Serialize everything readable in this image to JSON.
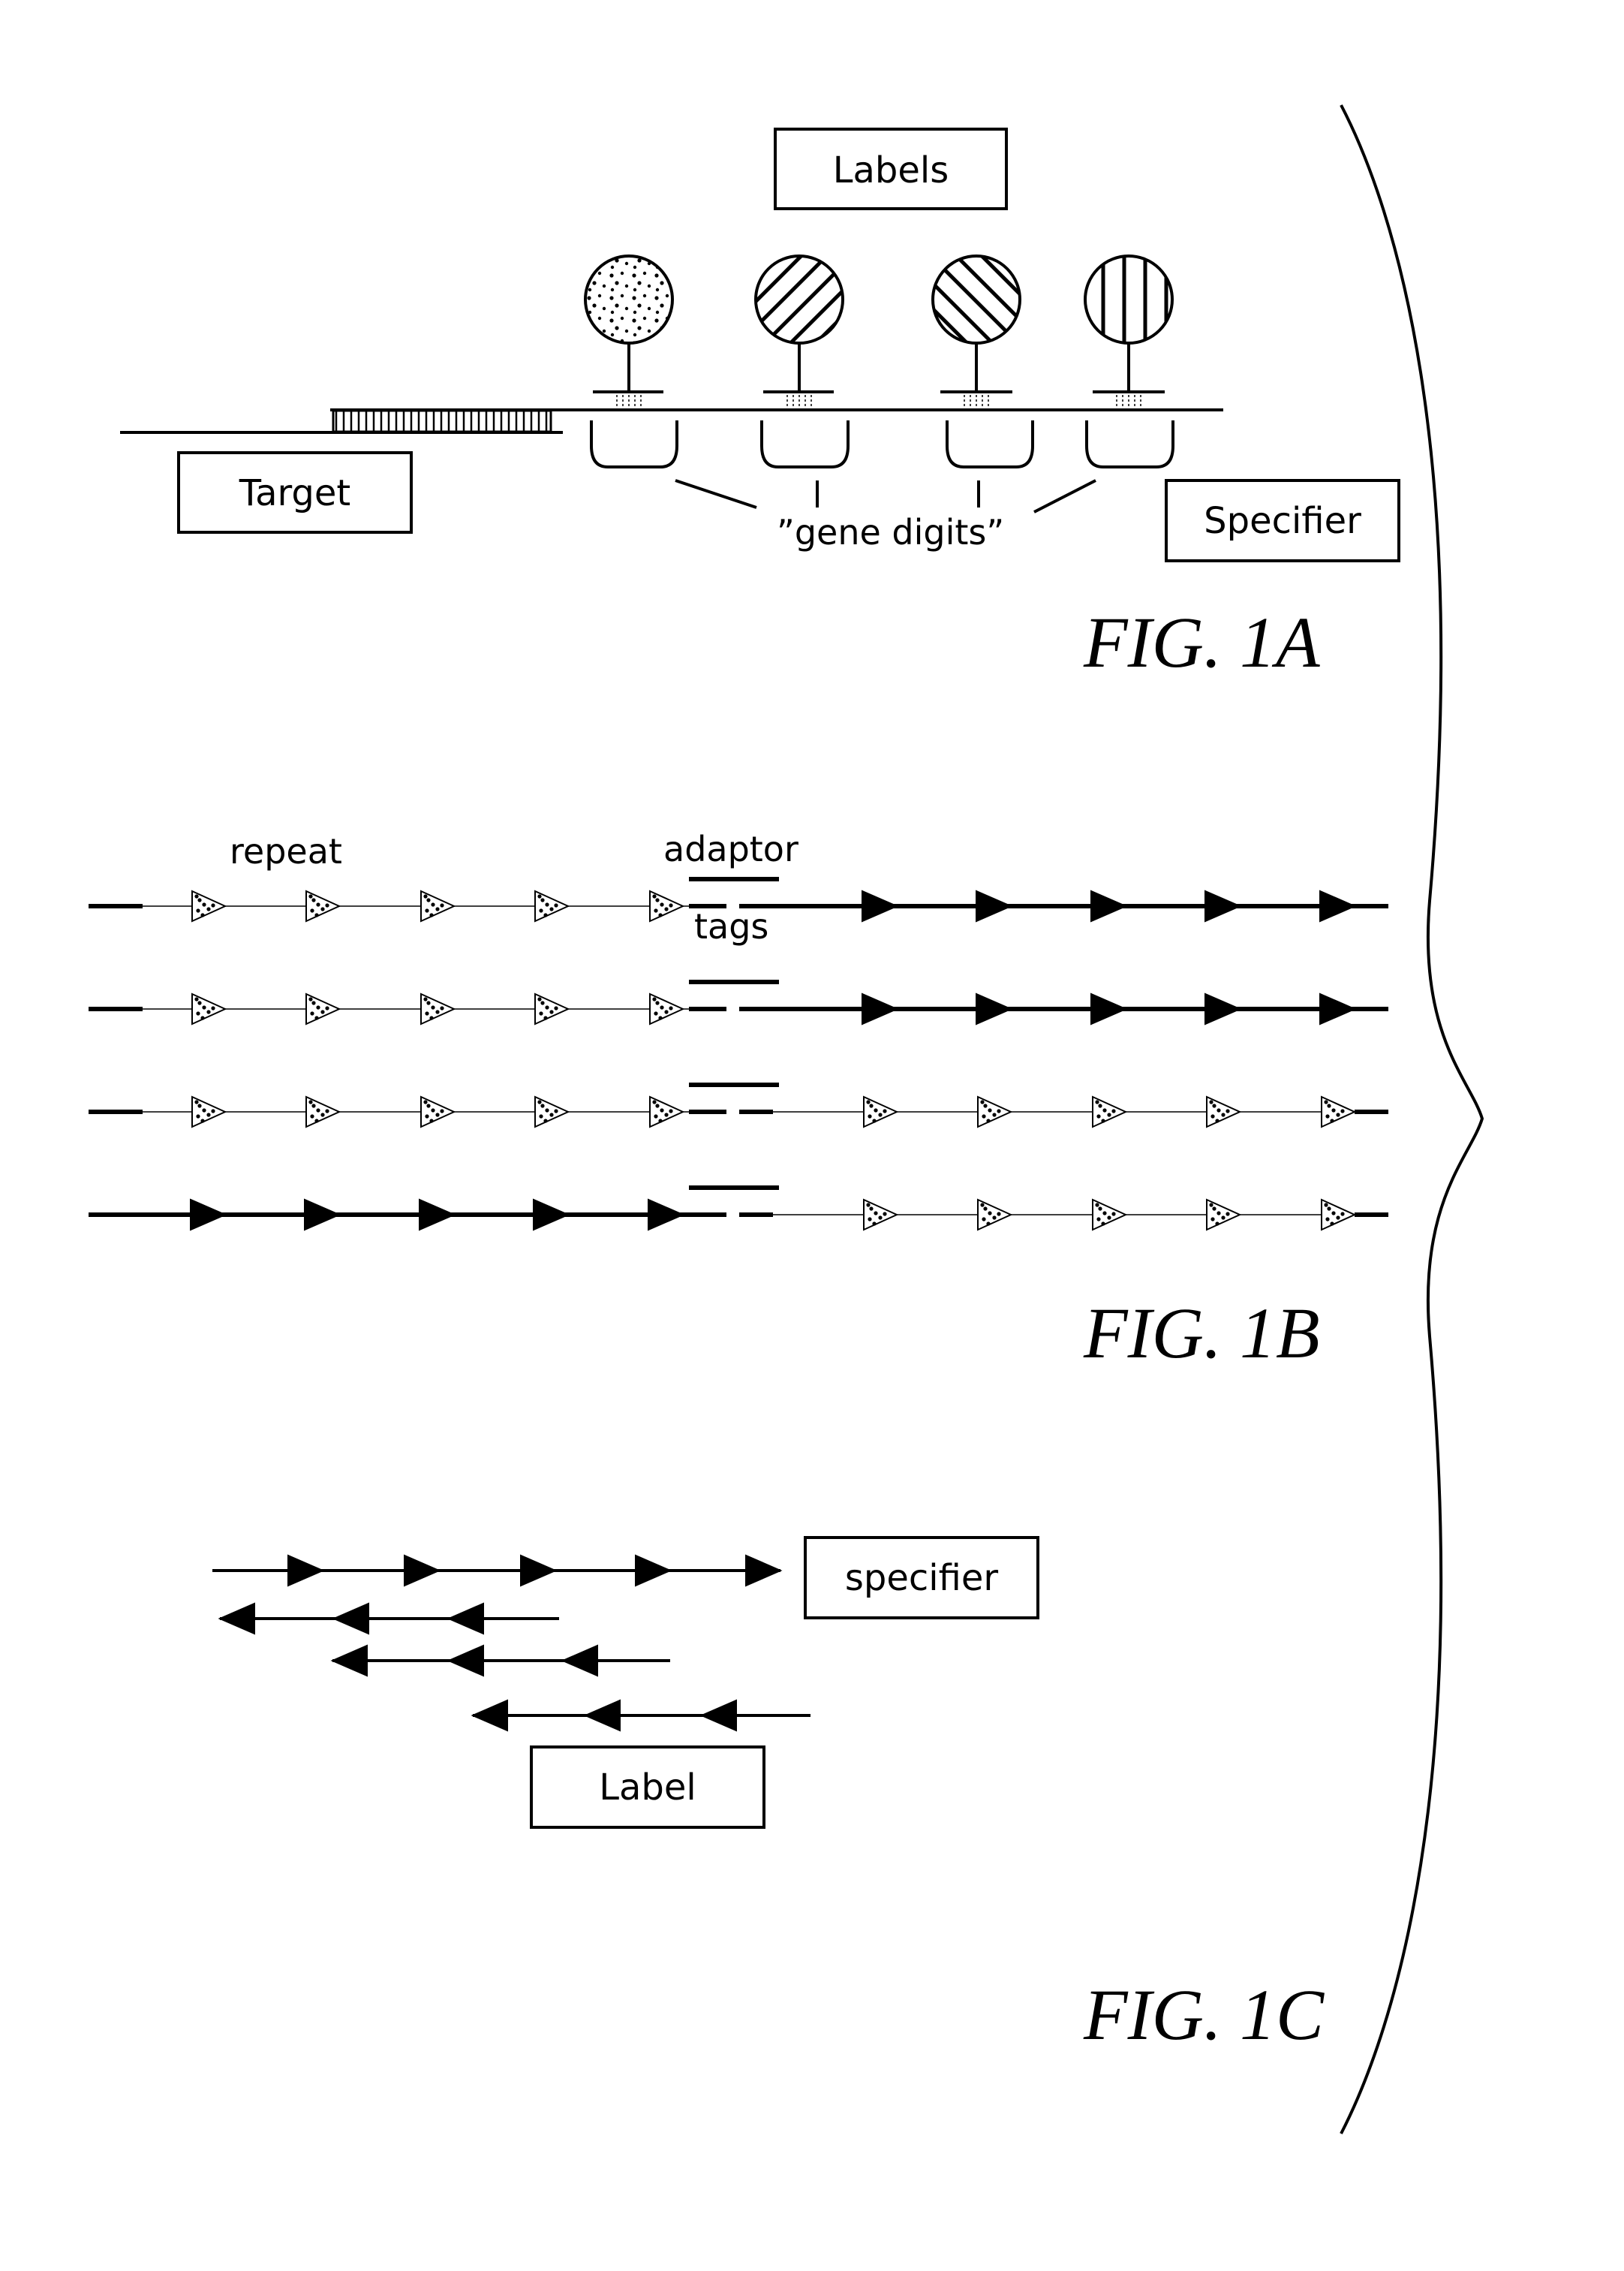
{
  "figure_1a": {
    "labels_box": "Labels",
    "target_box": "Target",
    "specifier_box": "Specifier",
    "gene_digits_text": "”gene  digits”",
    "caption": "FIG. 1A"
  },
  "figure_1b": {
    "repeat_text": "repeat",
    "adaptor_text": "adaptor",
    "tags_text": "tags",
    "caption": "FIG. 1B"
  },
  "figure_1c": {
    "specifier_box": "specifier",
    "label_box": "Label",
    "caption": "FIG. 1C"
  }
}
